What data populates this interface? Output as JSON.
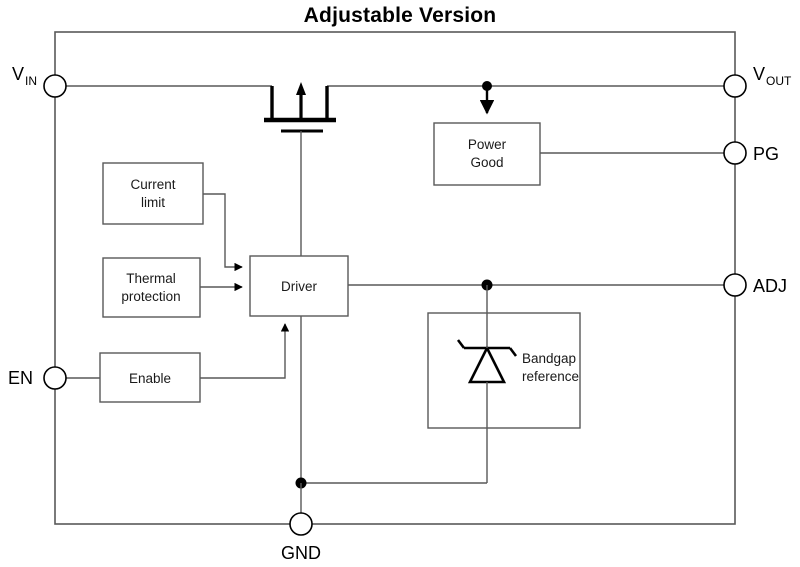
{
  "title": "Adjustable Version",
  "colors": {
    "line": "#595959",
    "line_dark": "#000000",
    "text": "#000000",
    "block_text": "#1a1a1a",
    "background": "#ffffff"
  },
  "blocks": [
    {
      "id": "power-good",
      "line1": "Power",
      "line2": "Good"
    },
    {
      "id": "current-limit",
      "line1": "Current",
      "line2": "limit"
    },
    {
      "id": "thermal-protection",
      "line1": "Thermal",
      "line2": "protection"
    },
    {
      "id": "driver",
      "line1": "Driver",
      "line2": ""
    },
    {
      "id": "enable",
      "line1": "Enable",
      "line2": ""
    },
    {
      "id": "bandgap-reference",
      "line1": "Bandgap",
      "line2": "reference"
    }
  ],
  "pins": [
    {
      "id": "vin",
      "base": "V",
      "sub": "IN",
      "side": "left"
    },
    {
      "id": "en",
      "base": "EN",
      "sub": "",
      "side": "left"
    },
    {
      "id": "vout",
      "base": "V",
      "sub": "OUT",
      "side": "right"
    },
    {
      "id": "pg",
      "base": "PG",
      "sub": "",
      "side": "right"
    },
    {
      "id": "adj",
      "base": "ADJ",
      "sub": "",
      "side": "right"
    },
    {
      "id": "gnd",
      "base": "GND",
      "sub": "",
      "side": "bottom"
    }
  ],
  "symbols": {
    "pass_transistor": "mosfet-symbol",
    "reference": "zener-shunt-symbol"
  }
}
